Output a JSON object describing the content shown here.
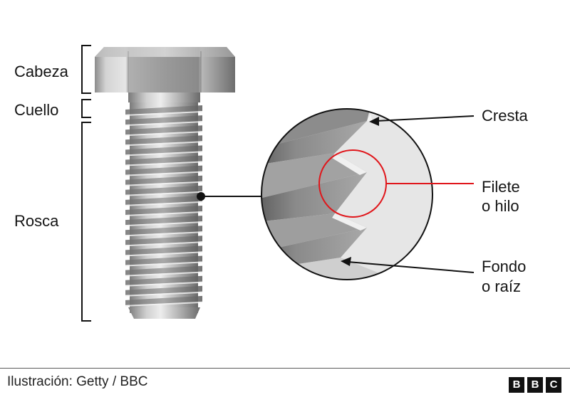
{
  "labels": {
    "head": "Cabeza",
    "neck": "Cuello",
    "thread": "Rosca",
    "crest": "Cresta",
    "flank_line1": "Filete",
    "flank_line2": "o hilo",
    "root_line1": "Fondo",
    "root_line2": "o raíz"
  },
  "footer": {
    "credit": "Ilustración: Getty / BBC",
    "logo_letters": [
      "B",
      "B",
      "C"
    ]
  },
  "colors": {
    "highlight": "#e0161b",
    "line": "#111111"
  }
}
